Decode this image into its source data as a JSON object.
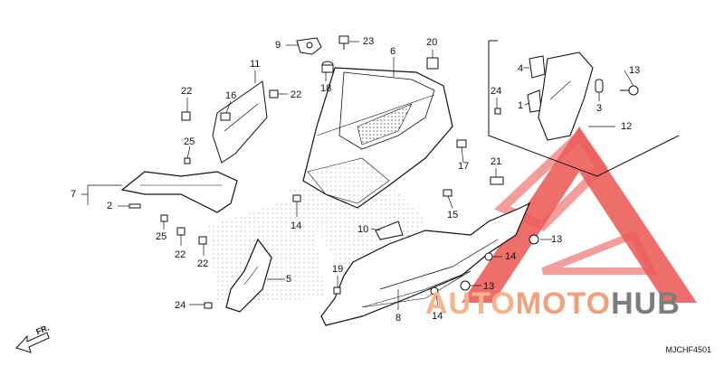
{
  "diagram": {
    "callouts": [
      "9",
      "23",
      "20",
      "6",
      "11",
      "18",
      "22",
      "16",
      "22",
      "13",
      "24",
      "4",
      "1",
      "3",
      "12",
      "25",
      "17",
      "21",
      "7",
      "2",
      "25",
      "22",
      "22",
      "14",
      "10",
      "15",
      "13",
      "14",
      "5",
      "19",
      "13",
      "24",
      "8",
      "14"
    ],
    "watermark": {
      "part1": "AUTO",
      "part2": "MOTO",
      "part3": "HUB",
      "colors": {
        "auto": "#f7b38a",
        "moto": "#f0a07a",
        "hub": "#7d7d7d",
        "triangle": "#e8413d"
      }
    },
    "direction_label": "FR.",
    "diagram_code": "MJCHF4501"
  }
}
